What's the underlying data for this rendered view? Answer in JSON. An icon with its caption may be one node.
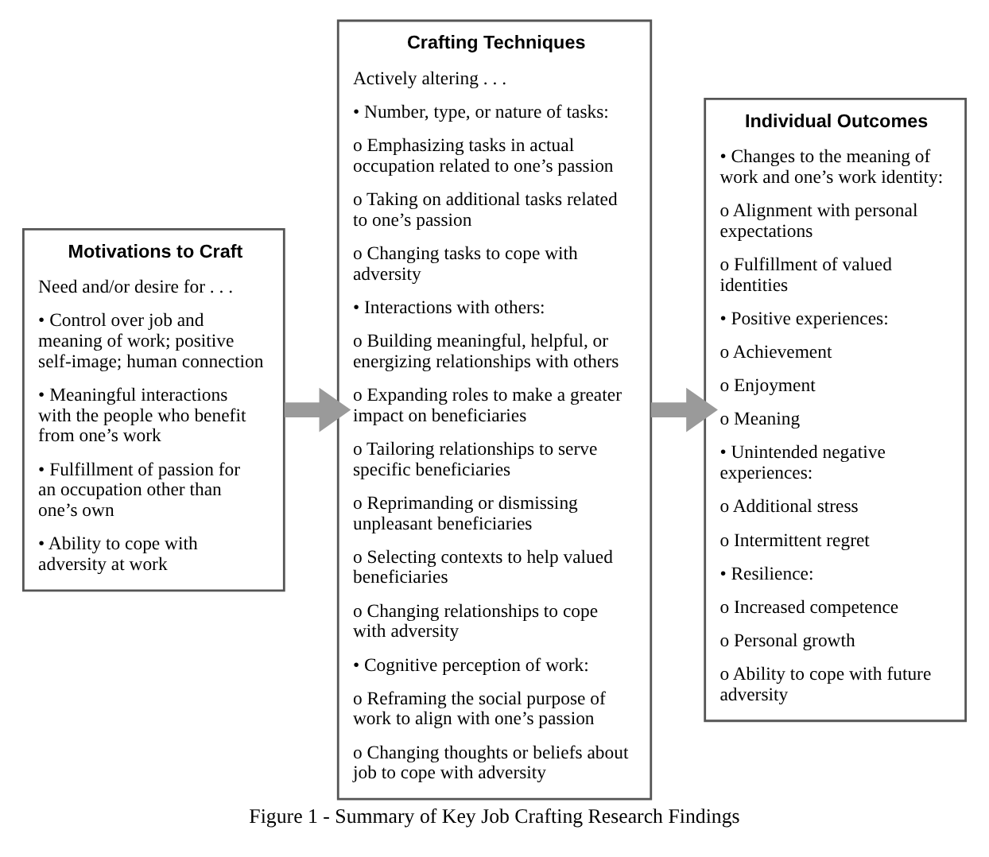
{
  "diagram": {
    "caption": "Figure 1 - Summary of Key Job Crafting Research Findings",
    "nodes": [
      {
        "text": [
          "Motivations to Craft",
          "Need and/or desire for . . .",
          "• Control over job and meaning of work; positive self-image; human connection",
          "• Meaningful interactions with the people who benefit from one’s work",
          "• Fulfillment of passion for an occupation other than one’s own",
          "• Ability to cope with adversity at work"
        ]
      },
      {
        "text": [
          "Crafting Techniques",
          "Actively altering . . .",
          "• Number, type, or nature of tasks:",
          "o Emphasizing tasks in actual occupation related to one’s passion",
          "o Taking on additional tasks related to one’s passion",
          "o Changing tasks to cope with adversity",
          "• Interactions with others:",
          "o Building meaningful, helpful, or energizing relationships with others",
          "o Expanding roles to make a greater impact on beneficiaries",
          "o Tailoring relationships to serve specific beneficiaries",
          "o Reprimanding or dismissing unpleasant beneficiaries",
          "o Selecting contexts to help valued beneficiaries",
          "o Changing relationships to cope with adversity",
          "• Cognitive perception of work:",
          "o Reframing the social purpose of work to align with one’s passion",
          "o Changing thoughts or beliefs about job to cope with adversity"
        ]
      },
      {
        "text": [
          "Individual Outcomes",
          "• Changes to the meaning of work and one’s work identity:",
          "o Alignment with personal expectations",
          "o Fulfillment of valued identities",
          "• Positive experiences:",
          "o Achievement",
          "o Enjoyment",
          "o Meaning",
          "• Unintended negative experiences:",
          "o Additional stress",
          "o Intermittent regret",
          "• Resilience:",
          "o Increased competence",
          "o Personal growth",
          "o Ability to cope with future adversity"
        ]
      }
    ],
    "edges": [
      {
        "from": 0,
        "to": 1,
        "arrow": "to"
      },
      {
        "from": 1,
        "to": 2,
        "arrow": "to"
      }
    ]
  }
}
